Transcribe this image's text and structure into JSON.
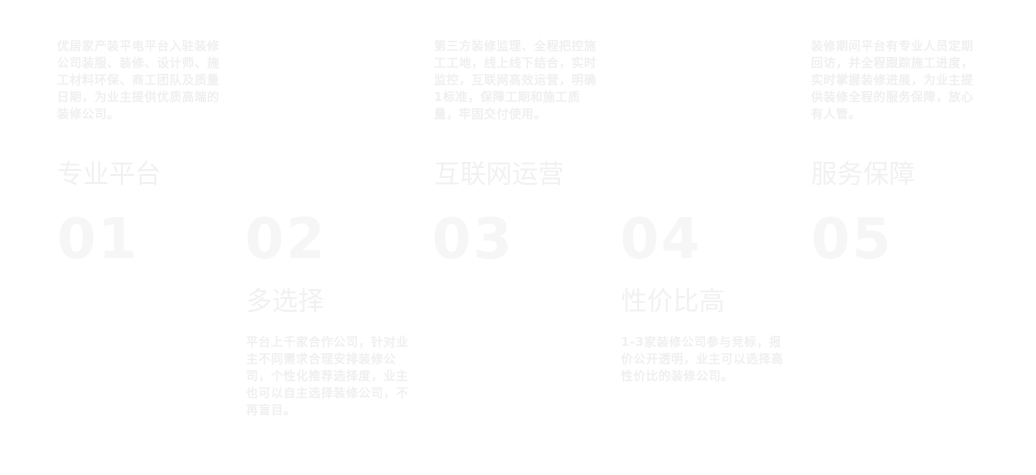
{
  "features": [
    {
      "number": "01",
      "title": "专业平台",
      "description": "优居家产装平电平台入驻装修公司装服、装修、设计师、施工材料环保、商工团队及质量日期，为业主提供优质高端的装修公司。"
    },
    {
      "number": "02",
      "title": "多选择",
      "description": "平台上千家合作公司，针对业主不同需求合理安排装修公司，个性化推荐选择度，业主也可以自主选择装修公司，不再盲目。"
    },
    {
      "number": "03",
      "title": "互联网运营",
      "description": "第三方装修监理、全程把控施工工地，线上线下结合，实时监控，互联网高效运营，明确1标准，保障工期和施工质量，牢固交付使用。"
    },
    {
      "number": "04",
      "title": "性价比高",
      "description": "1-3家装修公司参与竞标，报价公开透明，业主可以选择高性价比的装修公司。"
    },
    {
      "number": "05",
      "title": "服务保障",
      "description": "装修期间平台有专业人员定期回访，并全程跟踪施工进度，实时掌握装修进展，为业主提供装修全程的服务保障，放心有人管。"
    }
  ]
}
